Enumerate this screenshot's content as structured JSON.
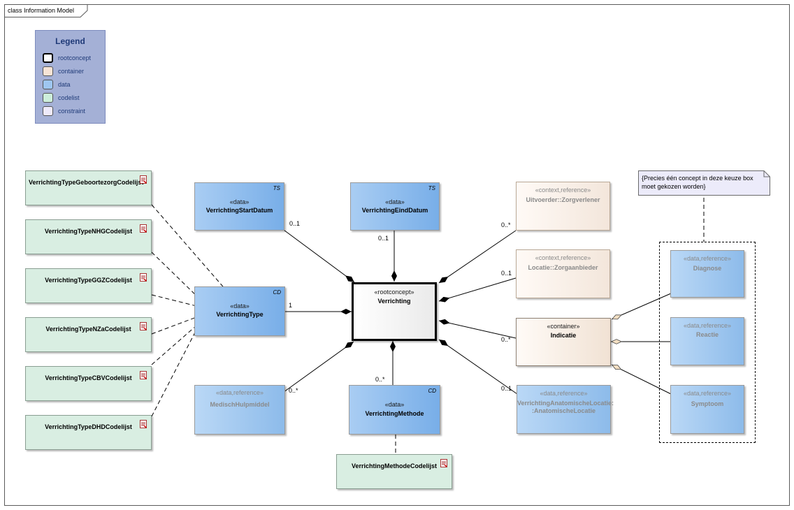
{
  "frame": {
    "title": "class Information Model"
  },
  "legend": {
    "title": "Legend",
    "items": [
      {
        "label": "rootconcept",
        "color": "#ffffff"
      },
      {
        "label": "container",
        "color": "#f7e4d6"
      },
      {
        "label": "data",
        "color": "#9ec6f0"
      },
      {
        "label": "codelist",
        "color": "#cdeedb"
      },
      {
        "label": "constraint",
        "color": "#eeeafa"
      }
    ]
  },
  "classes": {
    "root": {
      "stereotype": "«rootconcept»",
      "name": "Verrichting"
    },
    "start_datum": {
      "stereotype": "«data»",
      "name": "VerrichtingStartDatum",
      "type": "TS"
    },
    "eind_datum": {
      "stereotype": "«data»",
      "name": "VerrichtingEindDatum",
      "type": "TS"
    },
    "type": {
      "stereotype": "«data»",
      "name": "VerrichtingType",
      "type": "CD"
    },
    "methode": {
      "stereotype": "«data»",
      "name": "VerrichtingMethode",
      "type": "CD"
    },
    "hulpmiddel": {
      "stereotype": "«data,reference»",
      "name": "MedischHulpmiddel"
    },
    "uitvoerder": {
      "stereotype": "«context,reference»",
      "name": "Uitvoerder::Zorgverlener"
    },
    "locatie": {
      "stereotype": "«context,reference»",
      "name": "Locatie::Zorgaanbieder"
    },
    "indicatie": {
      "stereotype": "«container»",
      "name": "Indicatie"
    },
    "anat_locatie": {
      "stereotype": "«data,reference»",
      "name_line1": "VerrichtingAnatomischeLocatie:",
      "name_line2": ":AnatomischeLocatie"
    },
    "diagnose": {
      "stereotype": "«data,reference»",
      "name": "Diagnose"
    },
    "reactie": {
      "stereotype": "«data,reference»",
      "name": "Reactie"
    },
    "symptoom": {
      "stereotype": "«data,reference»",
      "name": "Symptoom"
    }
  },
  "codelists": {
    "geboortezorg": "VerrichtingTypeGeboortezorgCodelijst",
    "nhg": "VerrichtingTypeNHGCodelijst",
    "ggz": "VerrichtingTypeGGZCodelijst",
    "nza": "VerrichtingTypeNZaCodelijst",
    "cbv": "VerrichtingTypeCBVCodelijst",
    "dhd": "VerrichtingTypeDHDCodelijst",
    "methode": "VerrichtingMethodeCodelijst"
  },
  "multiplicities": {
    "start_datum": "0..1",
    "eind_datum": "0..1",
    "type": "1",
    "hulpmiddel": "0..*",
    "methode": "0..*",
    "uitvoerder": "0..*",
    "locatie": "0..1",
    "indicatie": "0..*",
    "anat_locatie": "0..1"
  },
  "note": {
    "text": "{Precies één concept in deze keuze box moet gekozen worden}"
  }
}
